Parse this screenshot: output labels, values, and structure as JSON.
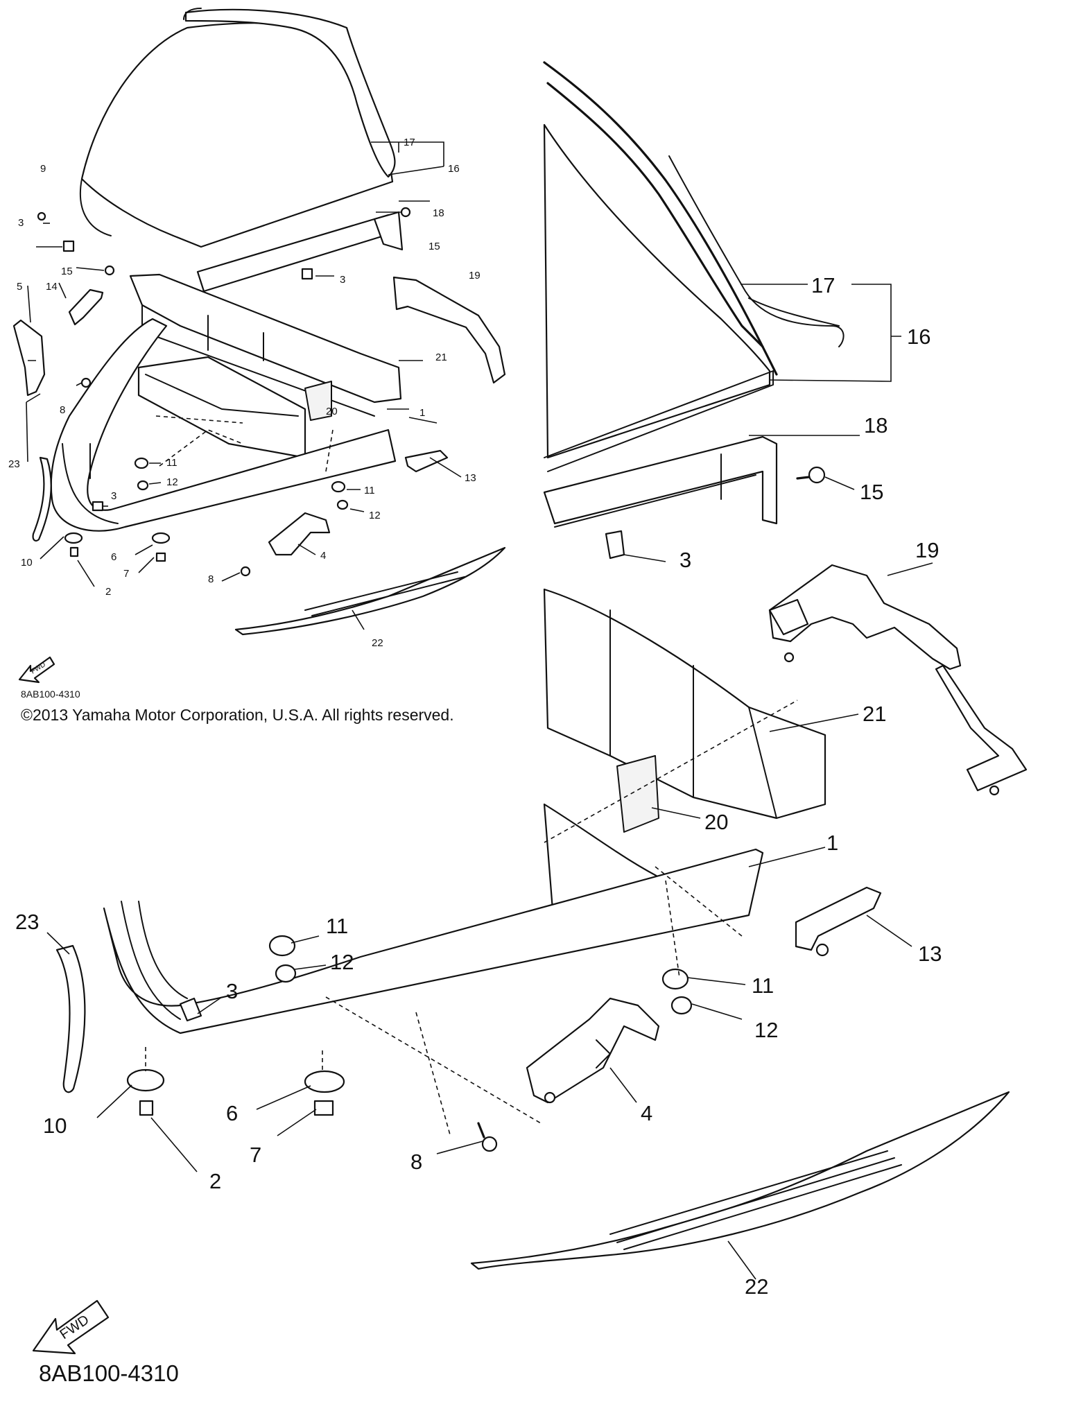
{
  "diagram": {
    "code_small": "8AB100-4310",
    "copyright": "©2013 Yamaha Motor Corporation, U.S.A. All rights reserved.",
    "code_large": "8AB100-4310",
    "direction_tag": "FWD",
    "overview_callouts": [
      "1",
      "2",
      "3",
      "3",
      "3",
      "4",
      "5",
      "6",
      "7",
      "8",
      "8",
      "9",
      "10",
      "11",
      "11",
      "12",
      "12",
      "13",
      "14",
      "15",
      "15",
      "16",
      "17",
      "18",
      "19",
      "20",
      "21",
      "22",
      "23"
    ],
    "detail_callouts": [
      "1",
      "2",
      "3",
      "3",
      "4",
      "6",
      "7",
      "8",
      "10",
      "11",
      "11",
      "12",
      "12",
      "13",
      "15",
      "16",
      "17",
      "18",
      "19",
      "20",
      "21",
      "22",
      "23"
    ]
  }
}
